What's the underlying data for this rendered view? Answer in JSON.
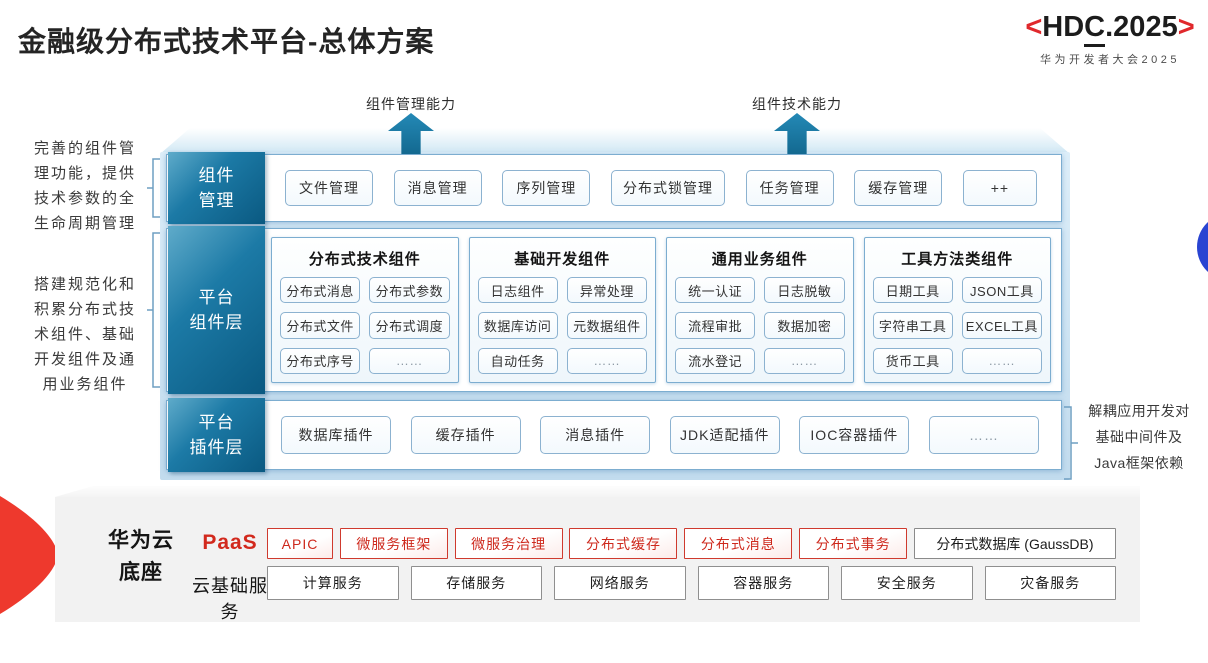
{
  "title": "金融级分布式技术平台-总体方案",
  "logo": {
    "bracket_left": "<",
    "text_pre": "HD",
    "text_c": "C",
    "text_post": ".2025",
    "bracket_right": ">",
    "subtitle": "华为开发者大会2025"
  },
  "arrows": [
    {
      "label": "组件管理能力"
    },
    {
      "label": "组件技术能力"
    }
  ],
  "left_notes": [
    {
      "lines": [
        "完善的组件管",
        "理功能，提供",
        "技术参数的全",
        "生命周期管理"
      ]
    },
    {
      "lines": [
        "搭建规范化和",
        "积累分布式技",
        "术组件、基础",
        "开发组件及通",
        "用业务组件"
      ]
    }
  ],
  "right_note": {
    "lines": [
      "解耦应用开发对",
      "基础中间件及",
      "Java框架依赖"
    ]
  },
  "rows": {
    "management": {
      "label_lines": [
        "组件",
        "管理"
      ],
      "items": [
        "文件管理",
        "消息管理",
        "序列管理",
        "分布式锁管理",
        "任务管理",
        "缓存管理",
        "++"
      ]
    },
    "components": {
      "label_lines": [
        "平台",
        "组件层"
      ],
      "columns": [
        {
          "header": "分布式技术组件",
          "items": [
            "分布式消息",
            "分布式参数",
            "分布式文件",
            "分布式调度",
            "分布式序号",
            "……"
          ]
        },
        {
          "header": "基础开发组件",
          "items": [
            "日志组件",
            "异常处理",
            "数据库访问",
            "元数据组件",
            "自动任务",
            "……"
          ]
        },
        {
          "header": "通用业务组件",
          "items": [
            "统一认证",
            "日志脱敏",
            "流程审批",
            "数据加密",
            "流水登记",
            "……"
          ]
        },
        {
          "header": "工具方法类组件",
          "items": [
            "日期工具",
            "JSON工具",
            "字符串工具",
            "EXCEL工具",
            "货币工具",
            "……"
          ]
        }
      ]
    },
    "plugins": {
      "label_lines": [
        "平台",
        "插件层"
      ],
      "items": [
        "数据库插件",
        "缓存插件",
        "消息插件",
        "JDK适配插件",
        "IOC容器插件",
        "……"
      ]
    }
  },
  "foundation": {
    "label_lines": [
      "华为云",
      "底座"
    ],
    "paas": {
      "label": "PaaS",
      "items": [
        "APIC",
        "微服务框架",
        "微服务治理",
        "分布式缓存",
        "分布式消息",
        "分布式事务"
      ],
      "neutral_item": "分布式数据库 (GaussDB)"
    },
    "cloud": {
      "label": "云基础服务",
      "items": [
        "计算服务",
        "存储服务",
        "网络服务",
        "容器服务",
        "安全服务",
        "灾备服务"
      ]
    }
  },
  "colors": {
    "accent_teal": "#0a5981",
    "accent_red": "#ce291d",
    "circle_blue": "#2944d2",
    "backdrop_blue": "#c2dcee"
  }
}
